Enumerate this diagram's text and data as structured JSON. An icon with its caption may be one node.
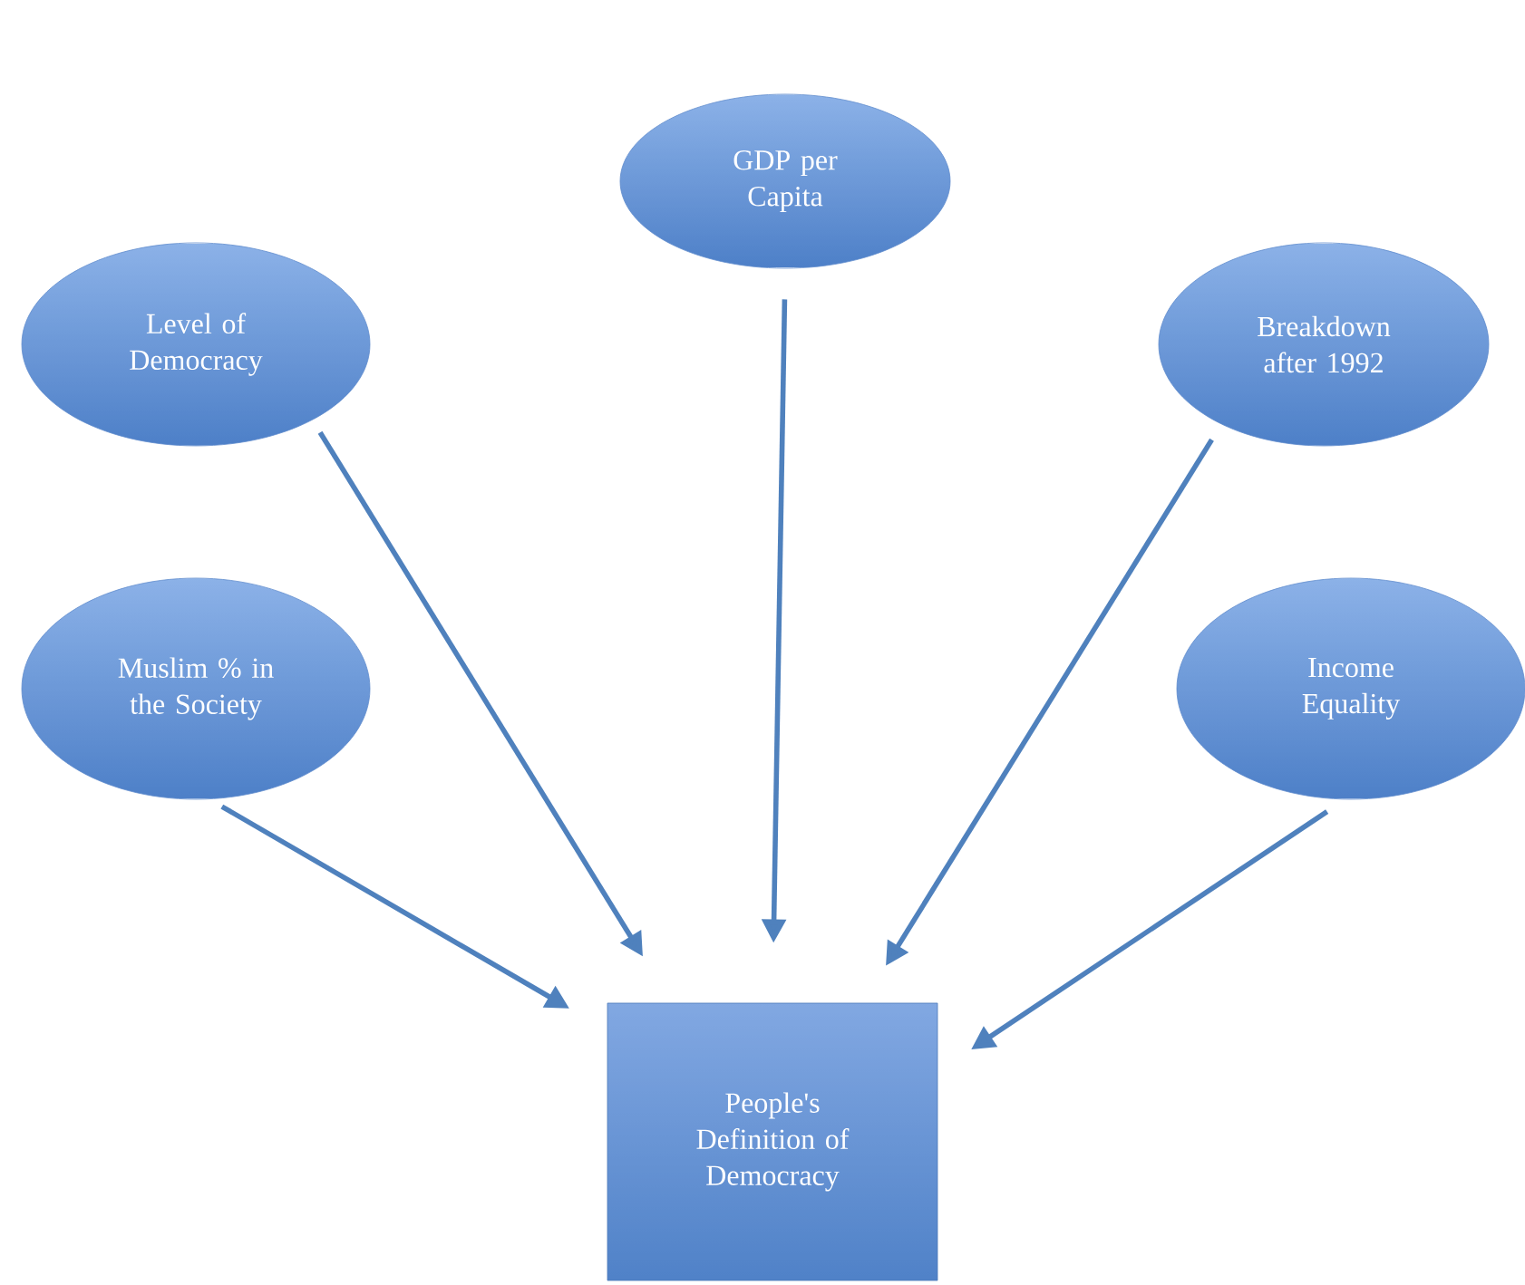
{
  "diagram": {
    "nodes": [
      {
        "text": [
          "GDP per Capita"
        ]
      },
      {
        "text": [
          "Level of Democracy"
        ]
      },
      {
        "text": [
          "Breakdown after 1992"
        ]
      },
      {
        "text": [
          "Muslim % in the Society"
        ]
      },
      {
        "text": [
          "Income Equality"
        ]
      },
      {
        "text": [
          "People's Definition of Democracy"
        ]
      }
    ],
    "edges": [
      {
        "from": 0,
        "to": 5,
        "arrow": "to"
      },
      {
        "from": 1,
        "to": 5,
        "arrow": "to"
      },
      {
        "from": 2,
        "to": 5,
        "arrow": "to"
      },
      {
        "from": 3,
        "to": 5,
        "arrow": "to"
      },
      {
        "from": 4,
        "to": 5,
        "arrow": "to"
      }
    ]
  }
}
